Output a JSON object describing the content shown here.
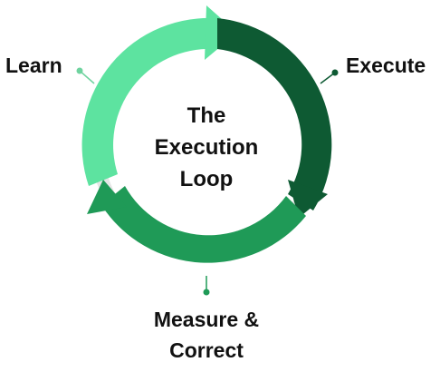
{
  "diagram": {
    "center_lines": [
      "The",
      "Execution",
      "Loop"
    ],
    "stages": [
      {
        "id": "learn",
        "label": "Learn",
        "color": "#5de3a0"
      },
      {
        "id": "execute",
        "label": "Execute",
        "color": "#0e5a33"
      },
      {
        "id": "measure",
        "label": "Measure &",
        "label2": "Correct",
        "color": "#1f9a57"
      }
    ],
    "inner_ring_color": "#e6e6e6",
    "connector_color": "#2a8a55"
  }
}
